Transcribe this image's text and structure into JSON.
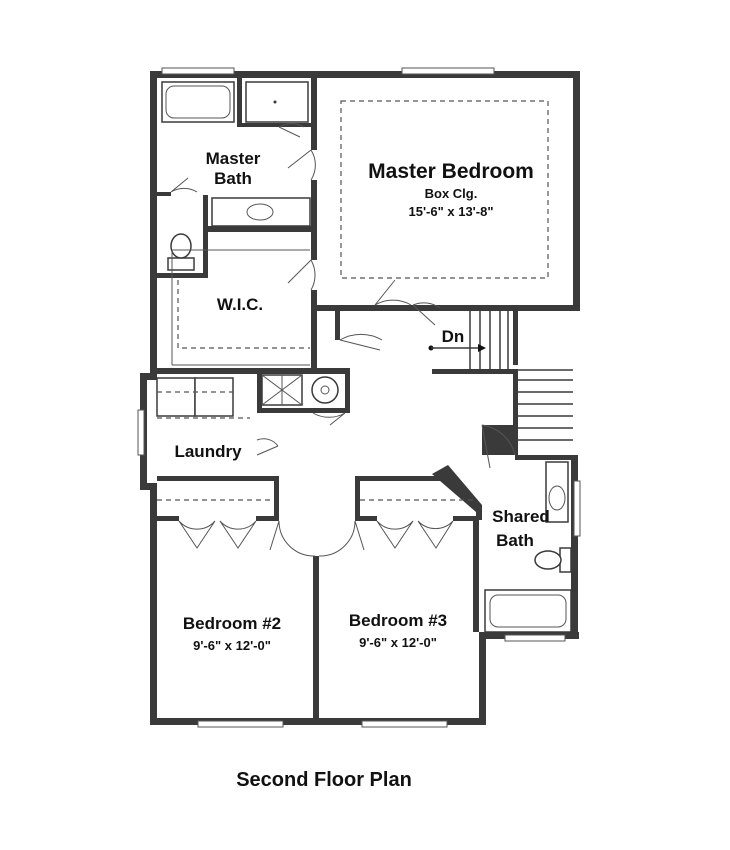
{
  "plan": {
    "title": "Second Floor Plan",
    "rooms": {
      "master_bedroom": {
        "name": "Master Bedroom",
        "note": "Box Clg.",
        "size": "15'-6\" x 13'-8\""
      },
      "master_bath": {
        "name_line1": "Master",
        "name_line2": "Bath"
      },
      "wic": {
        "name": "W.I.C."
      },
      "laundry": {
        "name": "Laundry"
      },
      "stairs": {
        "label": "Dn"
      },
      "shared_bath": {
        "name_line1": "Shared",
        "name_line2": "Bath"
      },
      "bedroom2": {
        "name": "Bedroom #2",
        "size": "9'-6\" x 12'-0\""
      },
      "bedroom3": {
        "name": "Bedroom #3",
        "size": "9'-6\" x 12'-0\""
      }
    }
  }
}
